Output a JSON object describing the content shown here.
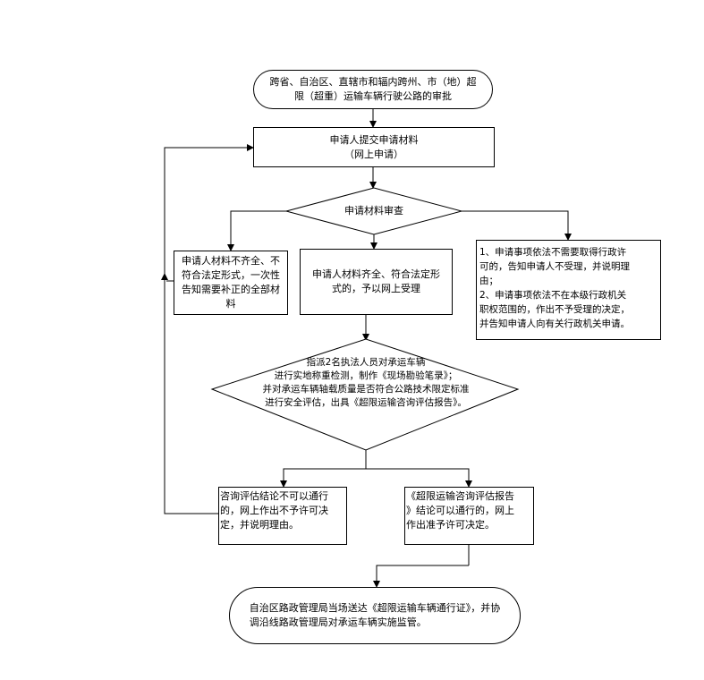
{
  "title_box": {
    "lines": [
      "跨省、自治区、直辖市和辐内跨州、市（地）超",
      "限（超重）运输车辆行驶公路的审批"
    ]
  },
  "submit_box": {
    "lines": [
      "申请人提交申请材料",
      "（网上申请）"
    ]
  },
  "review_decision": {
    "label": "申请材料审查"
  },
  "incomplete_box": {
    "lines": [
      "申请人材料不齐全、不",
      "符合法定形式，一次性",
      "告知需要补正的全部材",
      "料"
    ]
  },
  "complete_box": {
    "lines": [
      "申请人材料齐全、符合法定形",
      "式的，予以网上受理"
    ]
  },
  "reject_box": {
    "lines": [
      "1、申请事项依法不需要取得行政许",
      "可的，告知申请人不受理，并说明理",
      "由；",
      "2、申请事项依法不在本级行政机关",
      "职权范围的，作出不予受理的决定，",
      "并告知申请人向有关行政机关申请。"
    ]
  },
  "inspection_decision": {
    "lines": [
      "指派2名执法人员对承运车辆",
      "进行实地称重检测，制作《现场勘验笔录》；",
      "并对承运车辆轴载质量是否符合公路技术限定标准",
      "进行安全评估，出具《超限运输咨询评估报告》。"
    ]
  },
  "deny_box": {
    "lines": [
      "咨询评估结论不可以通行",
      "的，网上作出不予许可决",
      "定，并说明理由。"
    ]
  },
  "approve_box": {
    "lines": [
      "《超限运输咨询评估报告",
      "》结论可以通行的，网上",
      "作出准予许可决定。"
    ]
  },
  "final_box": {
    "lines": [
      "自治区路政管理局当场送达《超限运输车辆通行证》，并协",
      "调沿线路政管理局对承运车辆实施监管。"
    ]
  }
}
